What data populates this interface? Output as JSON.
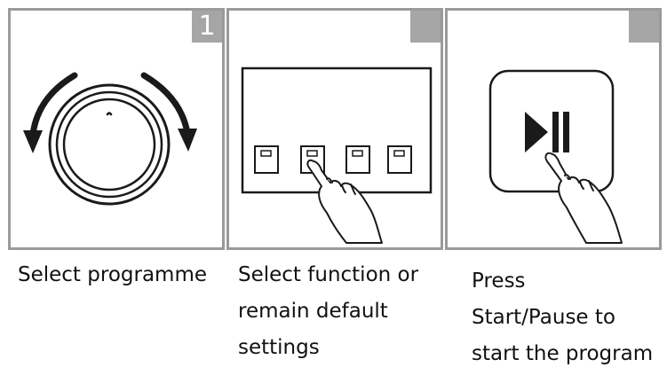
{
  "steps": [
    {
      "badge": "1",
      "icon": "rotary-dial-icon",
      "caption": [
        "Select programme"
      ]
    },
    {
      "badge": "",
      "icon": "function-buttons-icon",
      "caption": [
        "Select function or",
        "remain default",
        "settings"
      ]
    },
    {
      "badge": "",
      "icon": "start-pause-button-icon",
      "caption": [
        "Press",
        "Start/Pause to",
        "start the program"
      ]
    }
  ],
  "colors": {
    "panel_border": "#9a9a9a",
    "badge_fill": "#a6a6a6",
    "line_art": "#1a1a1a"
  }
}
